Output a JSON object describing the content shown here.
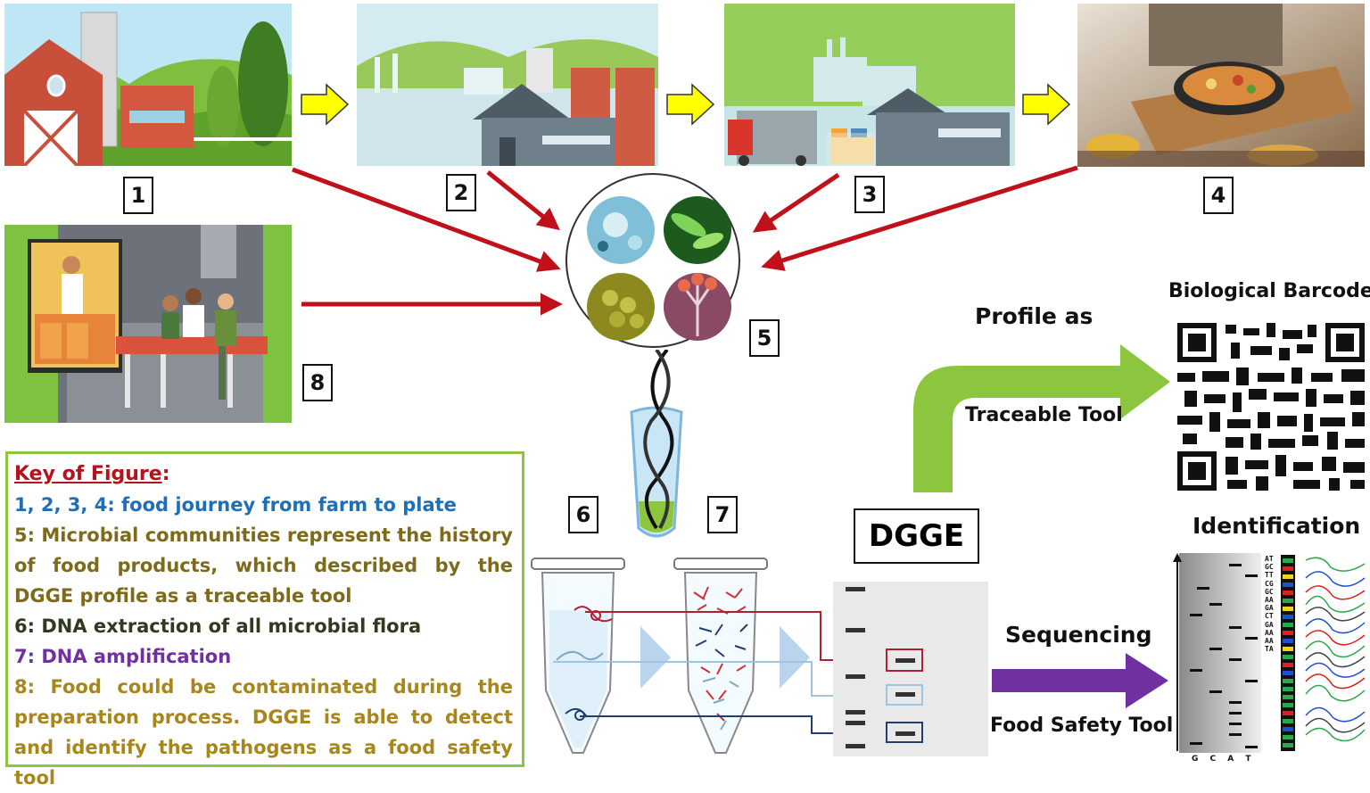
{
  "steps": {
    "s1": "1",
    "s2": "2",
    "s3": "3",
    "s4": "4",
    "s5": "5",
    "s6": "6",
    "s7": "7",
    "s8": "8"
  },
  "labels": {
    "biological_barcode": "Biological Barcode",
    "profile_as": "Profile as",
    "traceable_tool": "Traceable Tool",
    "dgge": "DGGE",
    "identification": "Identification",
    "sequencing": "Sequencing",
    "food_safety_tool": "Food Safety Tool",
    "sequence_letters": "ATGCTTCGGCAAGACTGAAAAATA",
    "gel_lanes": "G C A T"
  },
  "key": {
    "title": "Key of Figure",
    "colon": ":",
    "line1": "1, 2, 3, 4: food journey from farm to plate",
    "line5": "5: Microbial communities represent the history of food products, which described by the DGGE profile as a traceable tool",
    "line6": "6: DNA extraction of all microbial flora",
    "line7": "7: DNA amplification",
    "line8": "8: Food could be contaminated during the preparation process. DGGE is able to detect and identify the pathogens as a food safety tool"
  },
  "colors": {
    "title_red": "#b5121b",
    "line1_blue": "#1f6fb8",
    "line5_olive": "#7d6a1a",
    "line6_dark": "#2f3a20",
    "line7_purple": "#7030a0",
    "line8_gold": "#a8861c",
    "arrow_red": "#c0101a",
    "arrow_yellow": "#ffff00",
    "green_band": "#8cc63f",
    "purple_arrow": "#7030a0"
  }
}
